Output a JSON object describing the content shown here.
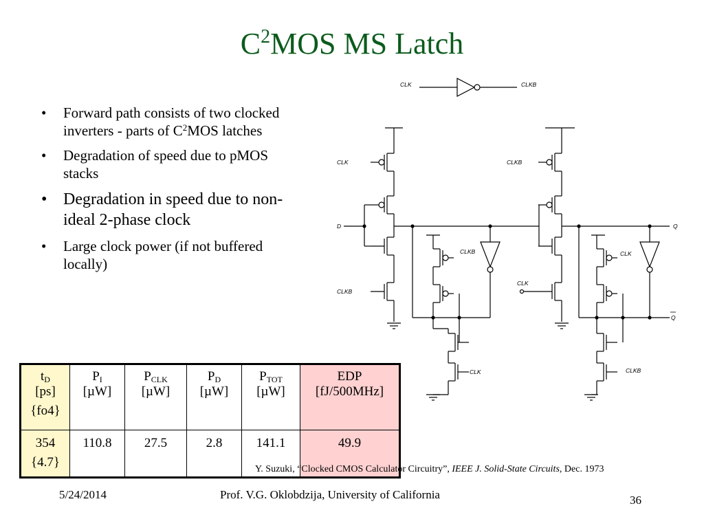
{
  "slide": {
    "title_pre": "C",
    "title_sup": "2",
    "title_post": "MOS MS Latch",
    "bullets": {
      "b1_pre": "Forward path consists of two clocked inverters - parts of C",
      "b1_sup": "2",
      "b1_post": "MOS latches",
      "b2": "Degradation of speed due to pMOS stacks",
      "b3": "Degradation in speed due to non-ideal 2-phase clock",
      "b4": "Large clock power (if not buffered locally)"
    }
  },
  "schematic": {
    "labels": {
      "clk": "CLK",
      "clkb": "CLKB",
      "d": "D",
      "q": "Q"
    }
  },
  "table": {
    "headers": {
      "td_main": "t",
      "td_sub": "D",
      "td_unit": "[ps]",
      "td_extra": "{fo4}",
      "pi_main": "P",
      "pi_sub": "I",
      "pi_unit": "[µW]",
      "pclk_main": "P",
      "pclk_sub": "CLK",
      "pclk_unit": "[µW]",
      "pd_main": "P",
      "pd_sub": "D",
      "pd_unit": "[µW]",
      "ptot_main": "P",
      "ptot_sub": "TOT",
      "ptot_unit": "[µW]",
      "edp_main": "EDP",
      "edp_unit": "[fJ/500MHz]"
    },
    "values": {
      "td": "354",
      "td_fo4": "{4.7}",
      "pi": "110.8",
      "pclk": "27.5",
      "pd": "2.8",
      "ptot": "141.1",
      "edp": "49.9"
    },
    "colors": {
      "td_bg": "#fff8cc",
      "edp_bg": "#ffd1d1"
    }
  },
  "citation": {
    "pre": "Y. Suzuki, “Clocked CMOS Calculator Circuitry”, ",
    "journal": "IEEE J. Solid-State Circuits",
    "post": ", Dec. 1973"
  },
  "footer": {
    "date": "5/24/2014",
    "author": "Prof. V.G. Oklobdzija, University of California",
    "page": "36"
  },
  "colors": {
    "title": "#0b5b1c"
  }
}
